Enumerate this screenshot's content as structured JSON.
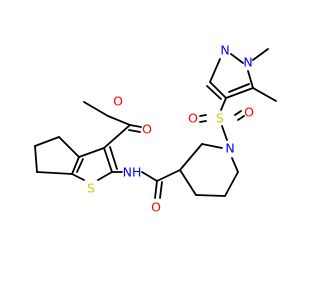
{
  "colors": {
    "carbon": "#000000",
    "oxygen": "#ff0000",
    "nitrogen": "#0000ff",
    "sulfur": "#cccc00"
  },
  "atoms": {
    "o_carbonyl_ester": {
      "text": "O",
      "element": "oxygen"
    },
    "o_ether_ester": {
      "text": "O",
      "element": "oxygen"
    },
    "s_thiophene": {
      "text": "S",
      "element": "sulfur"
    },
    "nh_amide": {
      "text": "NH",
      "element": "nitrogen"
    },
    "o_amide": {
      "text": "O",
      "element": "oxygen"
    },
    "n_piperidine": {
      "text": "N",
      "element": "nitrogen"
    },
    "s_sulfonyl": {
      "text": "S",
      "element": "sulfur"
    },
    "o_sulfonyl_top": {
      "text": "O",
      "element": "oxygen"
    },
    "o_sulfonyl_bottom": {
      "text": "O",
      "element": "oxygen"
    },
    "n_pyrazole_2": {
      "text": "N",
      "element": "nitrogen"
    },
    "n_pyrazole_1": {
      "text": "N",
      "element": "nitrogen"
    }
  }
}
